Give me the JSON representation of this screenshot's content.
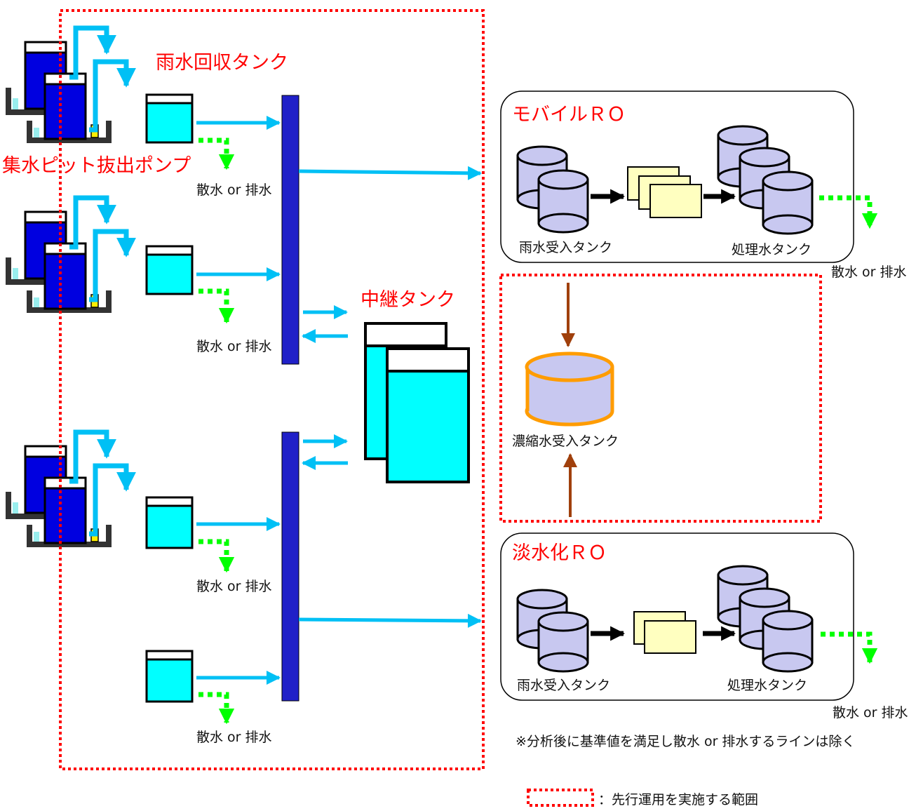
{
  "labels": {
    "rain_tank": "雨水回収タンク",
    "pit_pump": "集水ピット抜出ポンプ",
    "relay_tank": "中継タンク",
    "mobile_ro": "モバイルＲＯ",
    "desal_ro": "淡水化ＲＯ",
    "spray_drain": "散水 or 排水",
    "receive_tank": "雨水受入タンク",
    "treated_tank": "処理水タンク",
    "concentrate_tank": "濃縮水受入タンク",
    "note": "※分析後に基準値を満足し散水 or 排水するラインは除く",
    "legend": "：先行運用を実施する範囲"
  },
  "colors": {
    "scope_red": "#ff0000",
    "pump_blue": "#0000e0",
    "header_blue": "#2020c8",
    "water_cyan": "#00ffff",
    "flow_cyan": "#00c0f5",
    "drain_green": "#00ff00",
    "cylinder_lavender": "#c8c8f0",
    "filter_yellow": "#ffffc0",
    "concentrate_brown": "#a0400c",
    "concentrate_orange": "#ff9c00"
  }
}
